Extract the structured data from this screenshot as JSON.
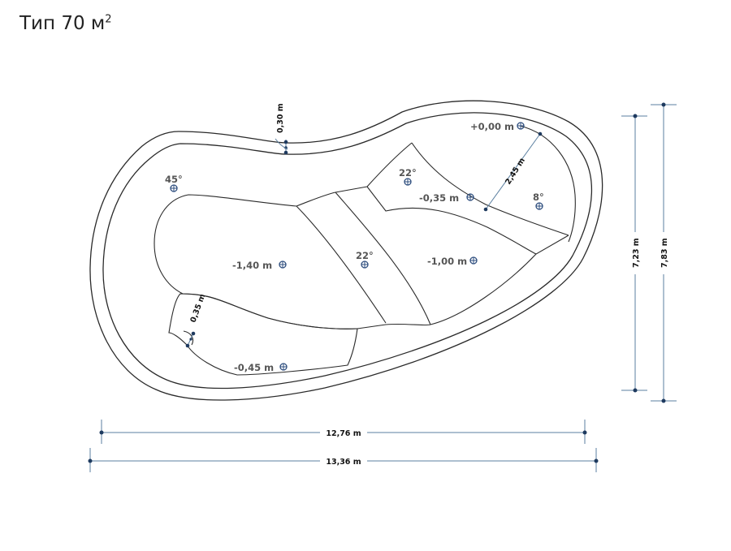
{
  "title": {
    "text": "Тип 70 м",
    "superscript": "2"
  },
  "depth_labels": {
    "d_000": "+0,00 m",
    "d_035": "-0,35 m",
    "d_100": "-1,00 m",
    "d_140": "-1,40 m",
    "d_045": "-0,45 m"
  },
  "angle_labels": {
    "a45": "45°",
    "a22_top": "22°",
    "a22_mid": "22°",
    "a8": "8°"
  },
  "dimensions": {
    "wall": "0,30 m",
    "bench": "0,35 m",
    "diag": "2,45 m",
    "inner_height": "7,23 m",
    "outer_height": "7,83 m",
    "inner_width": "12,76 m",
    "outer_width": "13,36 m"
  },
  "colors": {
    "dimension_line": "#5b7fa0",
    "marker": "#2f4f7f",
    "outline": "#2a2a2a"
  }
}
